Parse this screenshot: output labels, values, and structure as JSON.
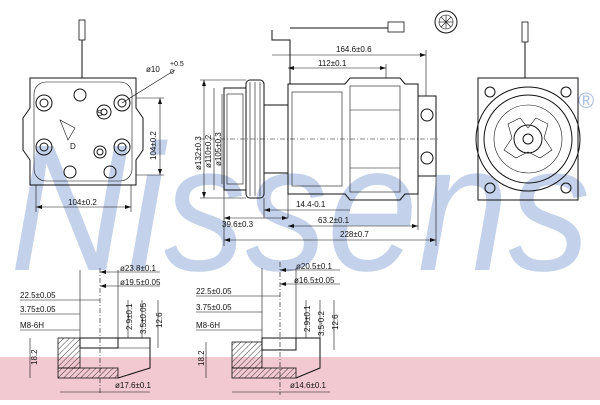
{
  "watermark": {
    "text": "Nissens",
    "registered": "®",
    "color": "#9fb3dc",
    "band_color": "#f2c9d1"
  },
  "views": {
    "front": {
      "dims": {
        "width": "104±0.2",
        "height": "104±0.2",
        "hole": "ø10",
        "hole_tol": "+0.5",
        "hole_tol2": "0",
        "label_s": "S",
        "label_d": "D"
      }
    },
    "side": {
      "dims": {
        "d132": "ø132±0.3",
        "d110": "ø110±0.2",
        "d105": "ø105±0.3",
        "len164": "164.6±0.6",
        "len112": "112±0.1",
        "len14": "14.4-0.1",
        "len39": "39.6±0.3",
        "len63": "63.2±0.1",
        "len228": "228±0.7"
      }
    }
  },
  "details": {
    "left": {
      "d23": "ø23.8±0.1",
      "d19": "ø19.5±0.05",
      "d17": "ø17.6±0.1",
      "l22": "22.5±0.05",
      "l3": "3.75±0.05",
      "thread": "M8-6H",
      "h29": "2.9±0.1",
      "h35": "3.5±0.05",
      "h126": "12.6",
      "h182": "18.2"
    },
    "right": {
      "d20": "ø20.5±0.1",
      "d16": "ø16.5±0.05",
      "d14": "ø14.6±0.1",
      "l22": "22.5±0.05",
      "l3": "3.75±0.05",
      "thread": "M8-6H",
      "h29": "2.9±0.1",
      "h35": "3.5-0.2",
      "h126": "12.6",
      "h182": "18.2"
    }
  }
}
